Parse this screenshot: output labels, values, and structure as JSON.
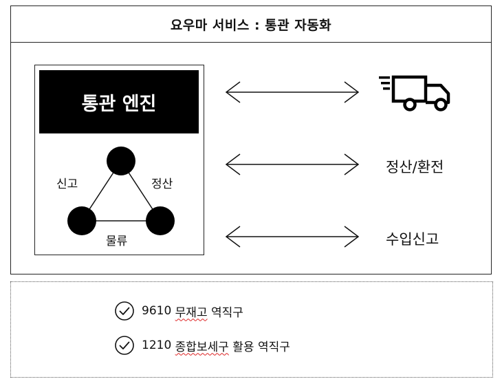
{
  "title": "요우마 서비스 : 통관 자동화",
  "engine": {
    "header": "통관 엔진",
    "node_labels": {
      "left": "신고",
      "right": "정산",
      "bottom": "물류"
    }
  },
  "right_items": [
    {
      "icon": "delivery-truck-icon"
    },
    {
      "label": "정산/환전"
    },
    {
      "label": "수입신고"
    }
  ],
  "checklist": [
    {
      "prefix": "9610 ",
      "flagged": "무재고",
      "suffix": " 역직구",
      "icon": "check-circle-icon"
    },
    {
      "prefix": "1210 ",
      "flagged": "종합보세구",
      "suffix": " 활용 역직구",
      "icon": "check-circle-icon"
    }
  ],
  "colors": {
    "engine_header_bg": "#000000",
    "spellcheck_underline": "#dd2222"
  }
}
